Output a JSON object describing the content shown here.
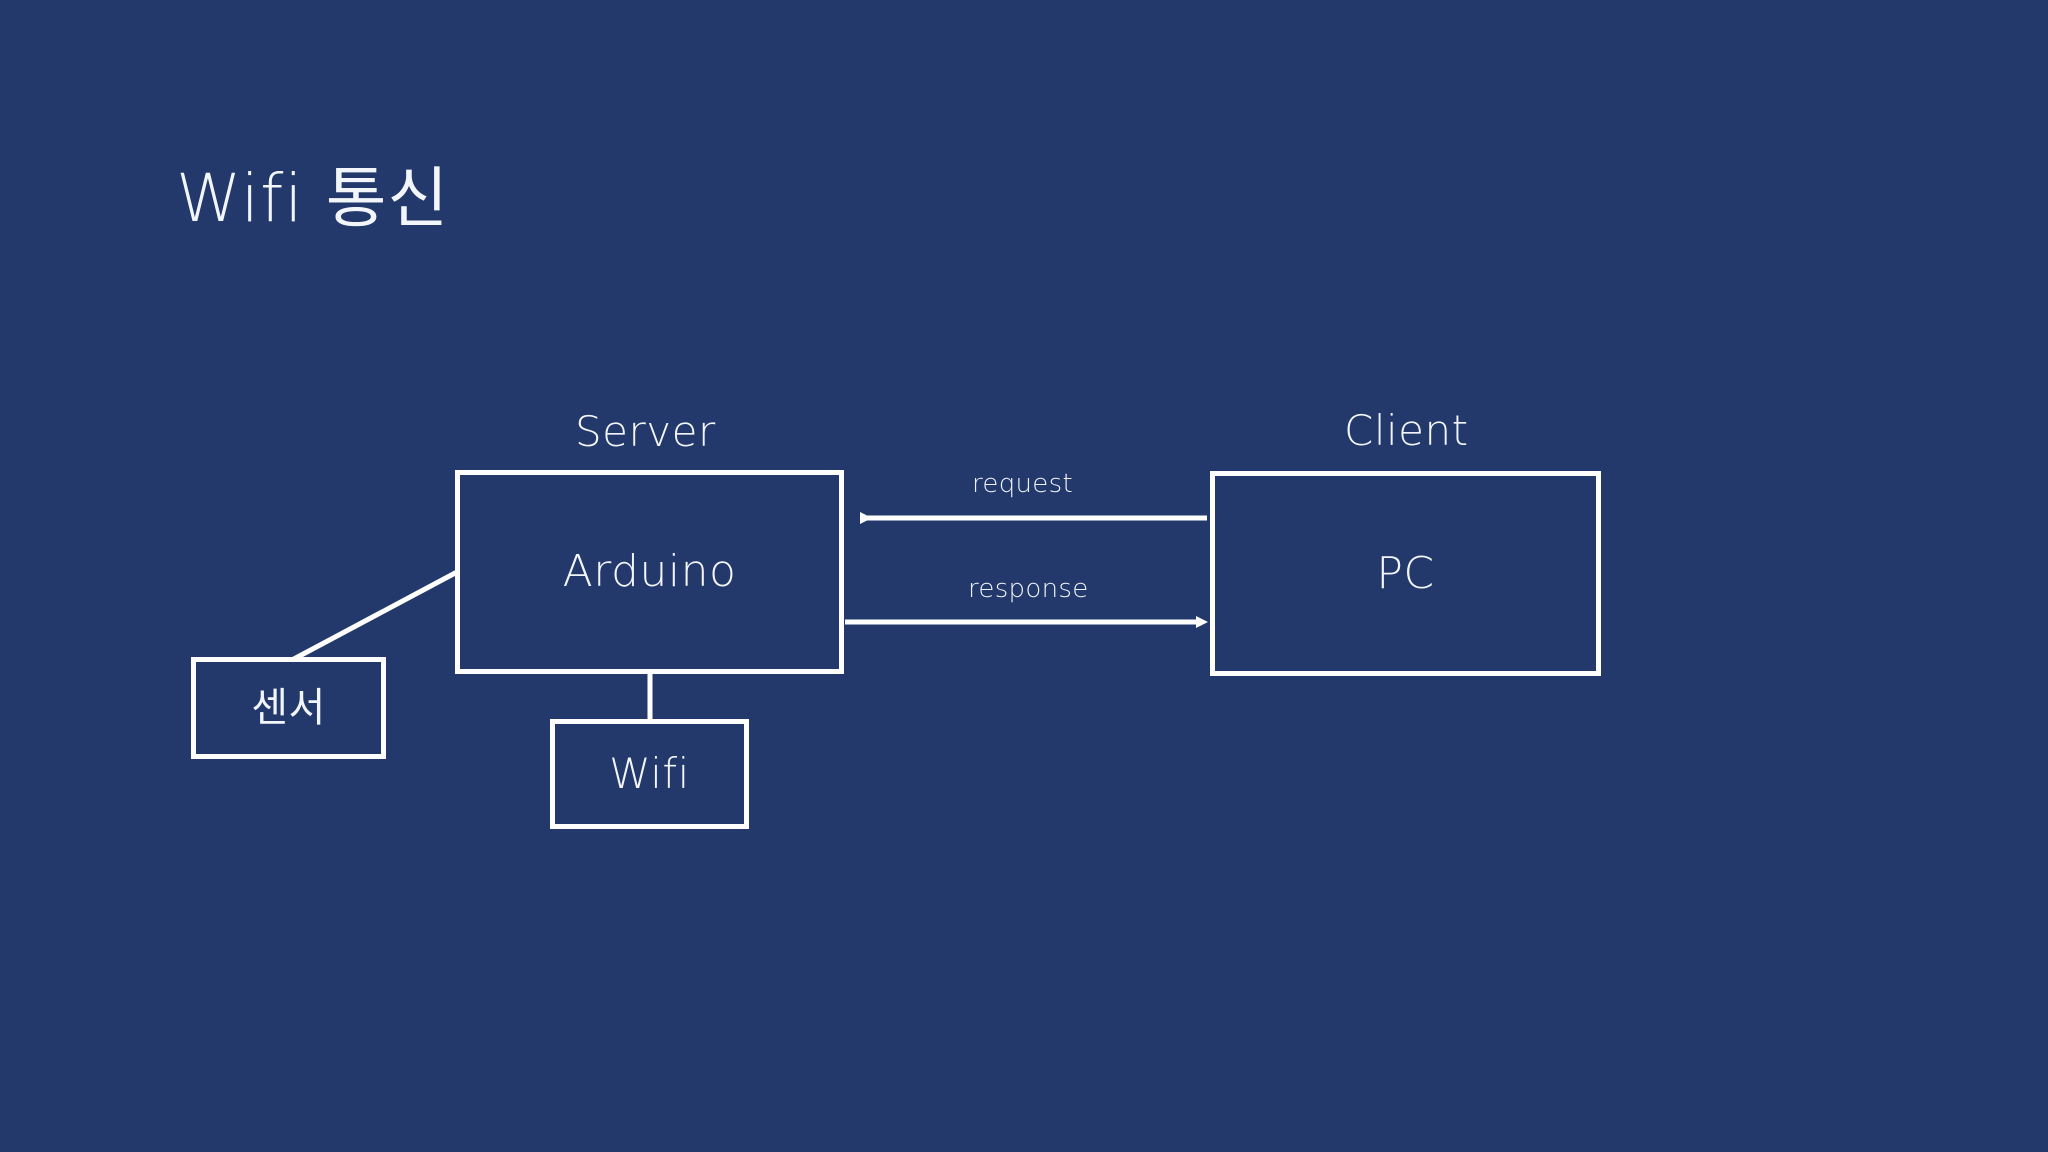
{
  "slide": {
    "title": "Wifi 통신",
    "background_color": "#23386b",
    "stroke_color": "#ffffff",
    "text_color": "#f2f5fa"
  },
  "captions": {
    "server": "Server",
    "client": "Client"
  },
  "nodes": {
    "arduino": "Arduino",
    "pc": "PC",
    "sensor": "센서",
    "wifi": "Wifi"
  },
  "edges": {
    "request": "request",
    "response": "response"
  },
  "diagram_structure": {
    "type": "block-diagram",
    "groups": [
      {
        "caption": "Server",
        "members": [
          "Arduino",
          "센서",
          "Wifi"
        ]
      },
      {
        "caption": "Client",
        "members": [
          "PC"
        ]
      }
    ],
    "connections": [
      {
        "from": "PC",
        "to": "Arduino",
        "label": "request",
        "arrow": "left"
      },
      {
        "from": "Arduino",
        "to": "PC",
        "label": "response",
        "arrow": "right"
      },
      {
        "from": "센서",
        "to": "Arduino",
        "label": "",
        "arrow": "none"
      },
      {
        "from": "Arduino",
        "to": "Wifi",
        "label": "",
        "arrow": "none"
      }
    ]
  }
}
